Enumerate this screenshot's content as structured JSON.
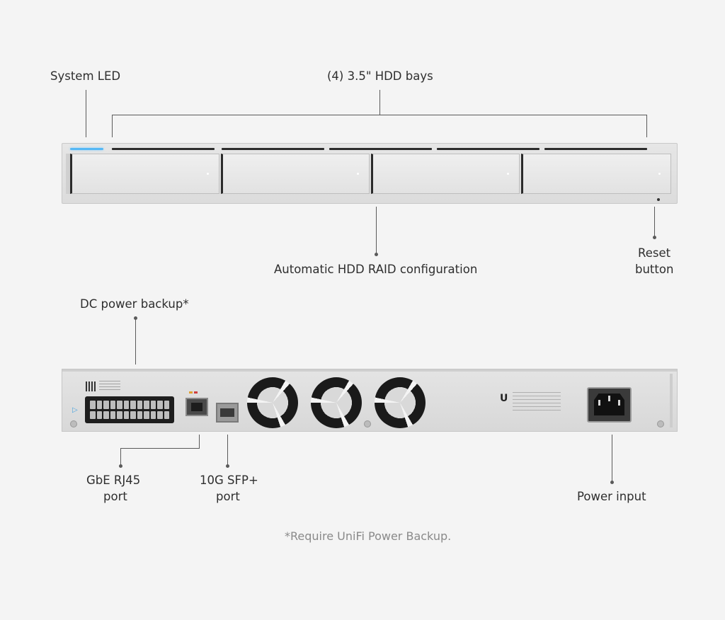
{
  "callouts": {
    "system_led": "System LED",
    "hdd_bays": "(4) 3.5\" HDD bays",
    "raid": "Automatic HDD RAID configuration",
    "reset_line1": "Reset",
    "reset_line2": "button",
    "dc_power": "DC power backup*",
    "gbe_line1": "GbE RJ45",
    "gbe_line2": "port",
    "sfp_line1": "10G SFP+",
    "sfp_line2": "port",
    "power_input": "Power input"
  },
  "footnote": "*Require UniFi Power Backup.",
  "colors": {
    "background": "#f4f4f4",
    "led": "#55b8f5",
    "line": "#5a5a5a"
  },
  "icons": [
    "fan-icon",
    "unifi-logo-icon",
    "screw-icon"
  ]
}
